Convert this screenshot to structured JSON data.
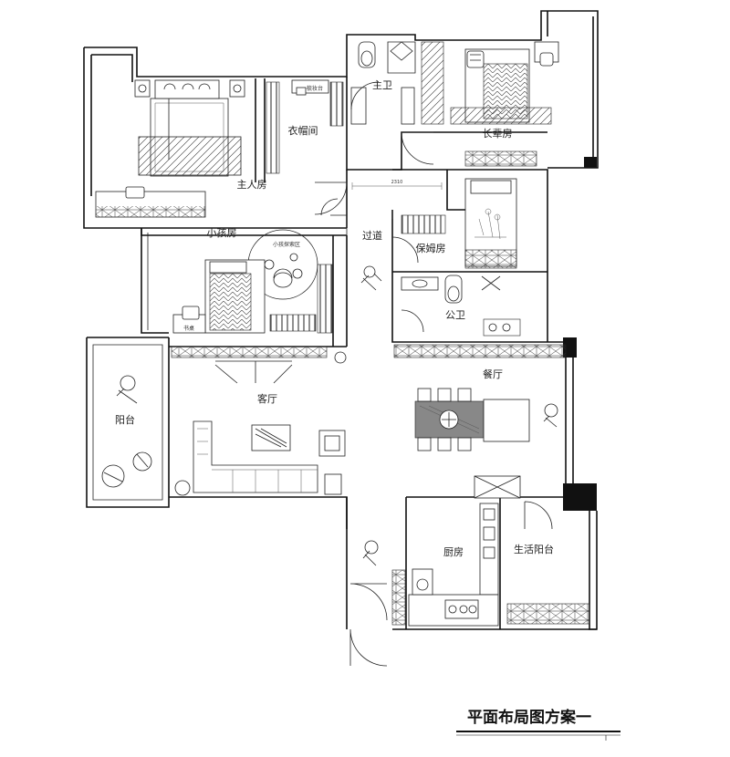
{
  "rooms": {
    "master_bedroom": "主人房",
    "walk_in_closet": "衣帽间",
    "master_bath": "主卫",
    "elder_room": "长辈房",
    "child_room": "小孩房",
    "child_play_area": "小孩探索区",
    "corridor": "过道",
    "nanny_room": "保姆房",
    "public_bath": "公卫",
    "living_room": "客厅",
    "dining_room": "餐厅",
    "balcony": "阳台",
    "kitchen": "厨房",
    "service_balcony": "生活阳台"
  },
  "dimension_label": "2310",
  "title": "平面布局图方案一"
}
